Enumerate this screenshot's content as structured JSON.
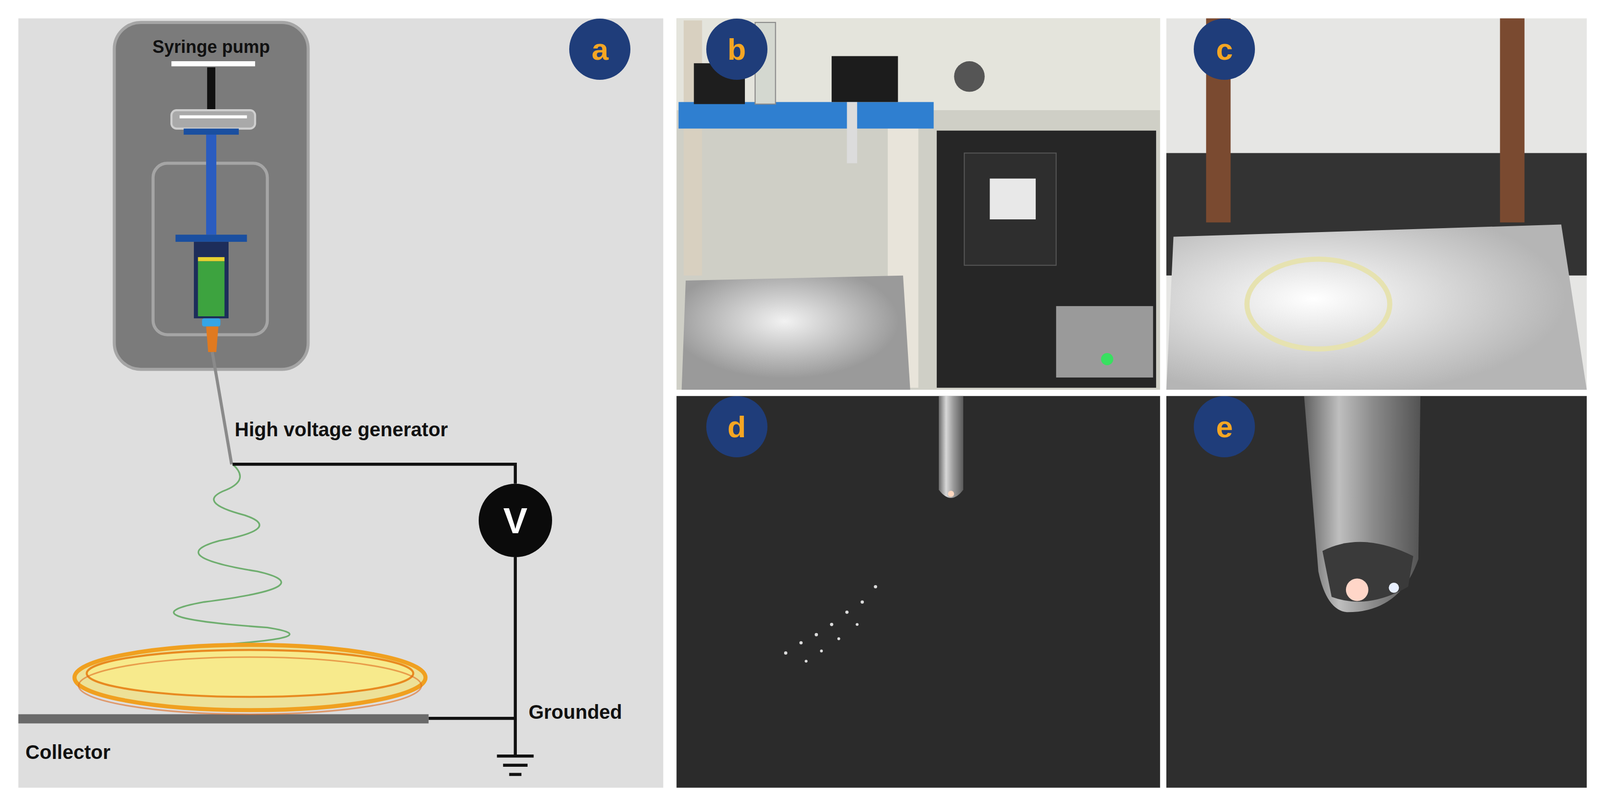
{
  "diagram": {
    "nodes": [
      {
        "text": [
          "Syringe pump"
        ]
      },
      {
        "text": [
          "a"
        ]
      },
      {
        "text": [
          "b"
        ]
      },
      {
        "text": [
          "c"
        ]
      },
      {
        "text": [
          "d"
        ]
      },
      {
        "text": [
          "e"
        ]
      },
      {
        "text": [
          "V"
        ]
      }
    ],
    "labels": [
      "High voltage generator",
      "Grounded",
      "Collector"
    ]
  }
}
